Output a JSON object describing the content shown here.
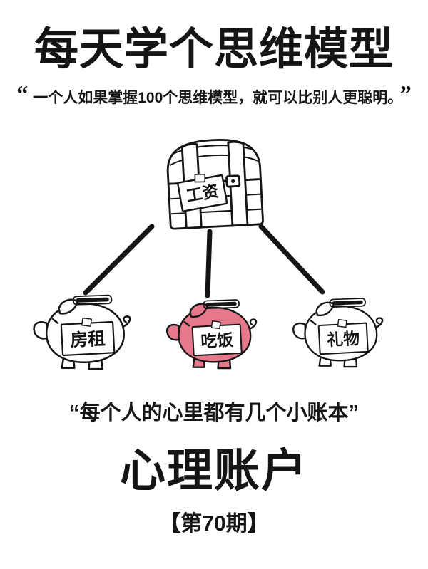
{
  "page": {
    "background": "#ffffff",
    "ink_color": "#151515"
  },
  "header": {
    "title": "每天学个思维模型",
    "quote_open": "“",
    "quote_text": "一个人如果掌握100个思维模型，就可以比别人更聪明。",
    "quote_close": "”"
  },
  "diagram": {
    "source_chest": {
      "icon": "treasure-chest-icon",
      "label": "工资"
    },
    "highlight_color": "#e5798b",
    "accounts": [
      {
        "icon": "piggy-bank-icon",
        "label": "房租",
        "fill": "#ffffff"
      },
      {
        "icon": "piggy-bank-icon",
        "label": "吃饭",
        "fill": "#e5798b"
      },
      {
        "icon": "piggy-bank-icon",
        "label": "礼物",
        "fill": "#ffffff"
      }
    ]
  },
  "footer": {
    "quote": "“每个人的心里都有几个小账本”",
    "model_name": "心理账户",
    "issue_label": "【第70期】"
  }
}
